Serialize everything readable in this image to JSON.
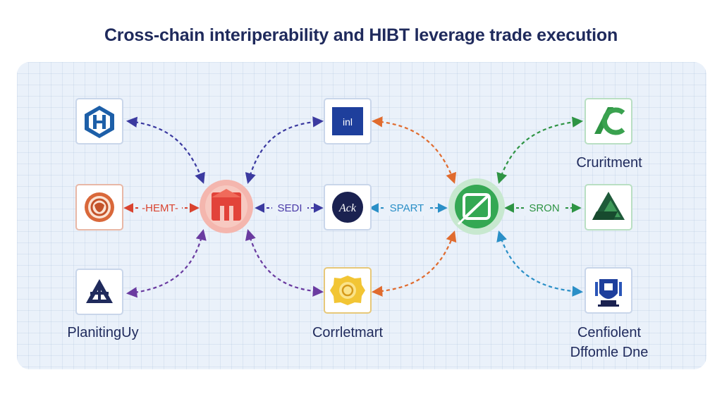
{
  "title": "Cross-chain interiperability and HIBT leverage trade execution",
  "nodes": {
    "left_top": {
      "icon": "hexagon-h-logo-icon"
    },
    "left_mid": {
      "icon": "lion-crest-icon"
    },
    "left_bottom": {
      "icon": "a-monogram-icon",
      "label": "PlanitingUy"
    },
    "hub_left": {
      "icon": "red-block-icon"
    },
    "center_top": {
      "icon": "inl-logo-icon",
      "text": "inl"
    },
    "center_mid": {
      "icon": "ack-signature-icon",
      "text": "Ack"
    },
    "center_bottom": {
      "icon": "gold-badge-icon",
      "label": "Corrletmart"
    },
    "hub_right": {
      "icon": "green-link-icon"
    },
    "right_top": {
      "icon": "green-c-logo-icon",
      "label": "Cruritment"
    },
    "right_mid": {
      "icon": "green-triangle-logo-icon"
    },
    "right_bottom": {
      "icon": "crest-emblem-icon",
      "label_line1": "Cenfiolent",
      "label_line2": "Dffomle Dne"
    }
  },
  "edges": {
    "hemt": "-HEMT-",
    "sedi": "SEDI",
    "spart": "SPART",
    "sron": "SRON"
  },
  "colors": {
    "title": "#1f2a5c",
    "purple": "#4a3aa8",
    "violet": "#6a3ba0",
    "orange": "#e06b2e",
    "teal": "#2a8fc7",
    "green": "#2e9444"
  }
}
